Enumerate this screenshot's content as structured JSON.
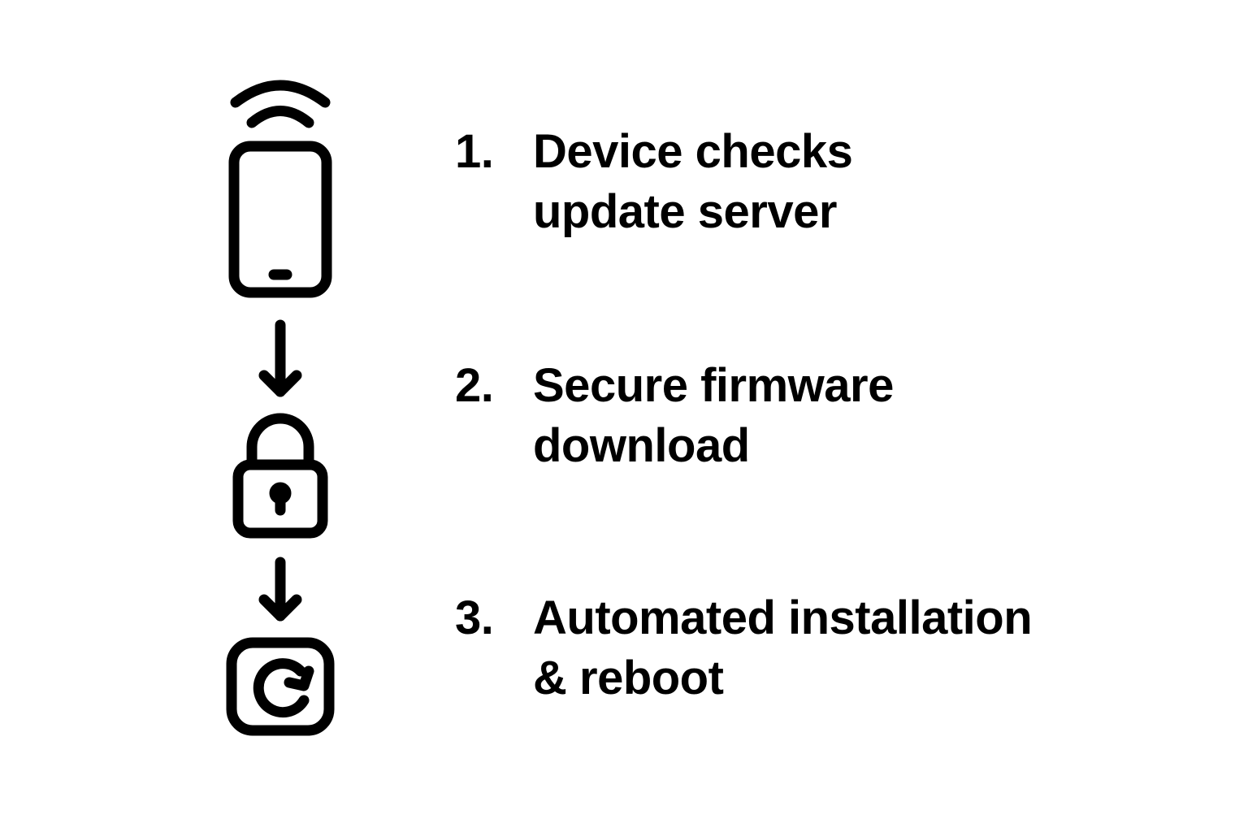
{
  "colors": {
    "background": "#ffffff",
    "ink": "#000000"
  },
  "icons": [
    "smartphone-wireless-icon",
    "arrow-down-icon",
    "padlock-icon",
    "arrow-down-icon",
    "refresh-icon"
  ],
  "steps": [
    {
      "number": "1.",
      "lines": [
        "Device checks",
        "update server"
      ]
    },
    {
      "number": "2.",
      "lines": [
        "Secure firmware",
        "download"
      ]
    },
    {
      "number": "3.",
      "lines": [
        "Automated installation",
        "& reboot"
      ]
    }
  ]
}
